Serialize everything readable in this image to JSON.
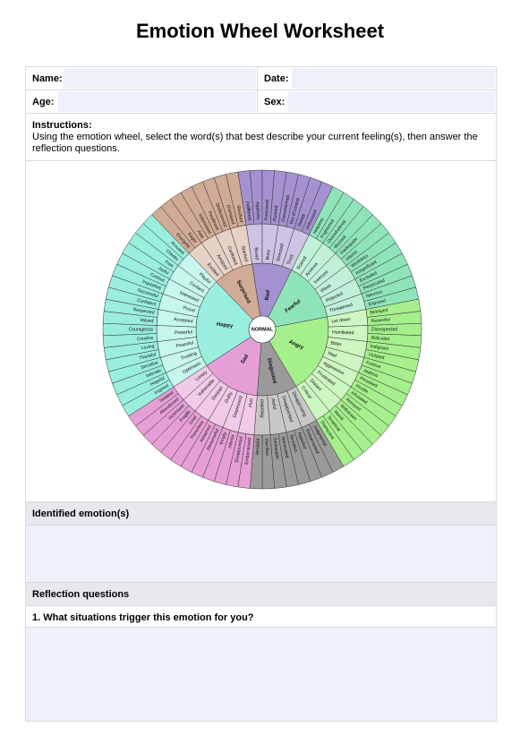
{
  "title": "Emotion Wheel Worksheet",
  "fields": {
    "name_label": "Name:",
    "date_label": "Date:",
    "age_label": "Age:",
    "sex_label": "Sex:"
  },
  "instructions": {
    "heading": "Instructions:",
    "text": "Using the emotion wheel, select the word(s) that best describe your current feeling(s), then answer the reflection questions."
  },
  "wheel": {
    "center": "NORMAL",
    "categories": [
      {
        "name": "Bad",
        "color": "#a491cf",
        "mid": [
          "Bored",
          "Busy",
          "Stressed",
          "Tired"
        ],
        "outer": [
          "Indifferent",
          "Apathetic",
          "Pressured",
          "Rushed",
          "Overwhelmed",
          "Out of control",
          "Sleepy",
          "Unfocused"
        ]
      },
      {
        "name": "Fearful",
        "color": "#8fe3b9",
        "mid": [
          "Scared",
          "Anxious",
          "Insecure",
          "Weak",
          "Rejected",
          "Threatened"
        ],
        "outer": [
          "Helpless",
          "Frightened",
          "Overwhelmed",
          "Worried",
          "Inadequate",
          "Inferior",
          "Worthless",
          "Insignificant",
          "Excluded",
          "Persecuted",
          "Nervous",
          "Exposed"
        ]
      },
      {
        "name": "Angry",
        "color": "#a5ef8c",
        "mid": [
          "Let down",
          "Humiliated",
          "Bitter",
          "Mad",
          "Aggressive",
          "Frustrated",
          "Distant",
          "Critical"
        ],
        "outer": [
          "Betrayed",
          "Resentful",
          "Disrespected",
          "Ridiculed",
          "Indignant",
          "Violated",
          "Furious",
          "Jealous",
          "Provoked",
          "Hostile",
          "Infuriated",
          "Annoyed",
          "Withdrawn",
          "Numb",
          "Sceptical",
          "Dismissive"
        ]
      },
      {
        "name": "Disgusted",
        "color": "#9a9a9a",
        "mid": [
          "Disapproving",
          "Disappointed",
          "Awful",
          "Repelled"
        ],
        "outer": [
          "Judgmental",
          "Embarrassed",
          "Appalled",
          "Revolted",
          "Nauseated",
          "Detestable",
          "Horrified",
          "Hesitant"
        ]
      },
      {
        "name": "Sad",
        "color": "#e59fd6",
        "mid": [
          "Hurt",
          "Depressed",
          "Guilty",
          "Despair",
          "Vulnerable",
          "Lonely"
        ],
        "outer": [
          "Embarrassed",
          "Disappointed",
          "Inferior",
          "Empty",
          "Remorseful",
          "Ashamed",
          "Powerless",
          "Grief",
          "Fragile",
          "Victimised",
          "Abandoned",
          "Isolated"
        ]
      },
      {
        "name": "Happy",
        "color": "#99eedd",
        "mid": [
          "Optimistic",
          "Trusting",
          "Peaceful",
          "Powerful",
          "Accepted",
          "Proud",
          "Interested",
          "Content",
          "Playful"
        ],
        "outer": [
          "Inspired",
          "Hopeful",
          "Intimate",
          "Sensitive",
          "Thankful",
          "Loving",
          "Creative",
          "Courageous",
          "Valued",
          "Respected",
          "Confident",
          "Successful",
          "Inquisitive",
          "Curious",
          "Joyful",
          "Free",
          "Cheeky",
          "Aroused"
        ]
      },
      {
        "name": "Surprised",
        "color": "#d0ab96",
        "mid": [
          "Excited",
          "Amazed",
          "Confused",
          "Startled"
        ],
        "outer": [
          "Energetic",
          "Eager",
          "Awe",
          "Astonished",
          "Perplexed",
          "Disillusioned",
          "Dismayed",
          "Shocked"
        ]
      }
    ]
  },
  "identified": {
    "heading": "Identified emotion(s)"
  },
  "reflection": {
    "heading": "Reflection questions",
    "question1": "1. What situations trigger this emotion for you?"
  }
}
